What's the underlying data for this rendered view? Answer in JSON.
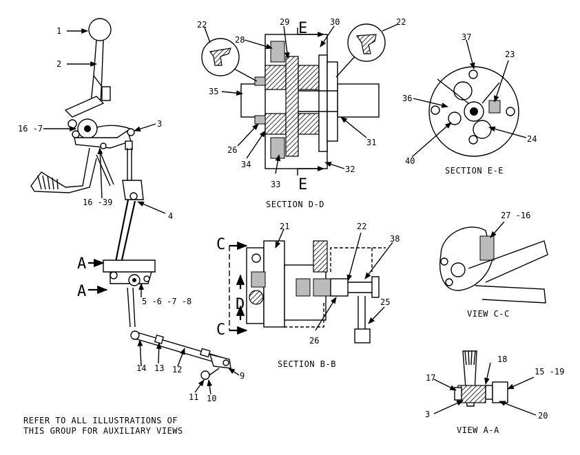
{
  "callouts": {
    "c1": "1",
    "c2": "2",
    "c16_7": "16 -7",
    "c3": "3",
    "c16_39": "16 -39",
    "c4": "4",
    "c5_8": "5 -6 -7 -8",
    "c14": "14",
    "c13": "13",
    "c12": "12",
    "c9": "9",
    "c11": "11",
    "c10": "10",
    "dd22a": "22",
    "dd28": "28",
    "dd29": "29",
    "dd30": "30",
    "dd22b": "22",
    "dd35": "35",
    "dd31": "31",
    "dd26": "26",
    "dd34": "34",
    "dd33": "33",
    "dd32": "32",
    "ee37": "37",
    "ee23": "23",
    "ee36": "36",
    "ee24": "24",
    "ee40": "40",
    "bb21": "21",
    "bb22": "22",
    "bb38": "38",
    "bb25": "25",
    "bb26": "26",
    "cc27_16": "27 -16",
    "aa18": "18",
    "aa17": "17",
    "aa15_19": "15 -19",
    "aa3": "3",
    "aa20": "20"
  },
  "section_markers": {
    "E_top": "E",
    "E_bottom": "E",
    "A_top": "A",
    "A_bottom": "A",
    "C_top": "C",
    "C_bottom": "C",
    "D_mid": "D"
  },
  "captions": {
    "section_dd": "SECTION D-D",
    "section_ee": "SECTION E-E",
    "section_bb": "SECTION B-B",
    "view_cc": "VIEW C-C",
    "view_aa": "VIEW A-A"
  },
  "note": {
    "line1": "REFER TO ALL ILLUSTRATIONS OF",
    "line2": "THIS GROUP FOR AUXILIARY VIEWS"
  }
}
